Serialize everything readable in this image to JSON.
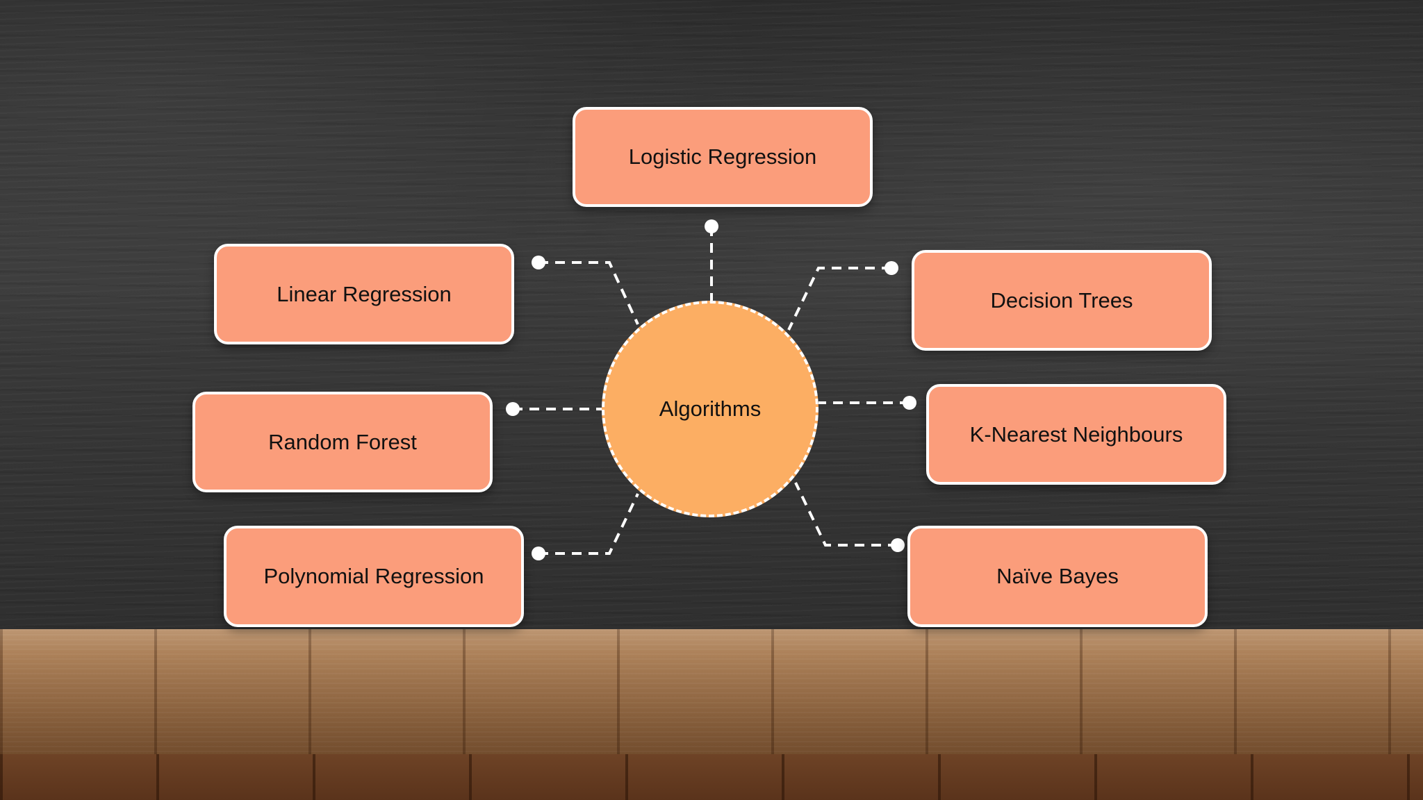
{
  "diagram": {
    "center": {
      "label": "Algorithms"
    },
    "nodes": [
      {
        "label": "Logistic Regression"
      },
      {
        "label": "Linear Regression"
      },
      {
        "label": "Decision Trees"
      },
      {
        "label": "Random Forest"
      },
      {
        "label": "K-Nearest Neighbours"
      },
      {
        "label": "Polynomial Regression"
      },
      {
        "label": "Naïve Bayes"
      }
    ]
  },
  "colors": {
    "node_fill": "#fb9d7b",
    "hub_fill": "#fcae63",
    "connector": "#ffffff",
    "board": "#333333",
    "table": "#9c7049"
  }
}
